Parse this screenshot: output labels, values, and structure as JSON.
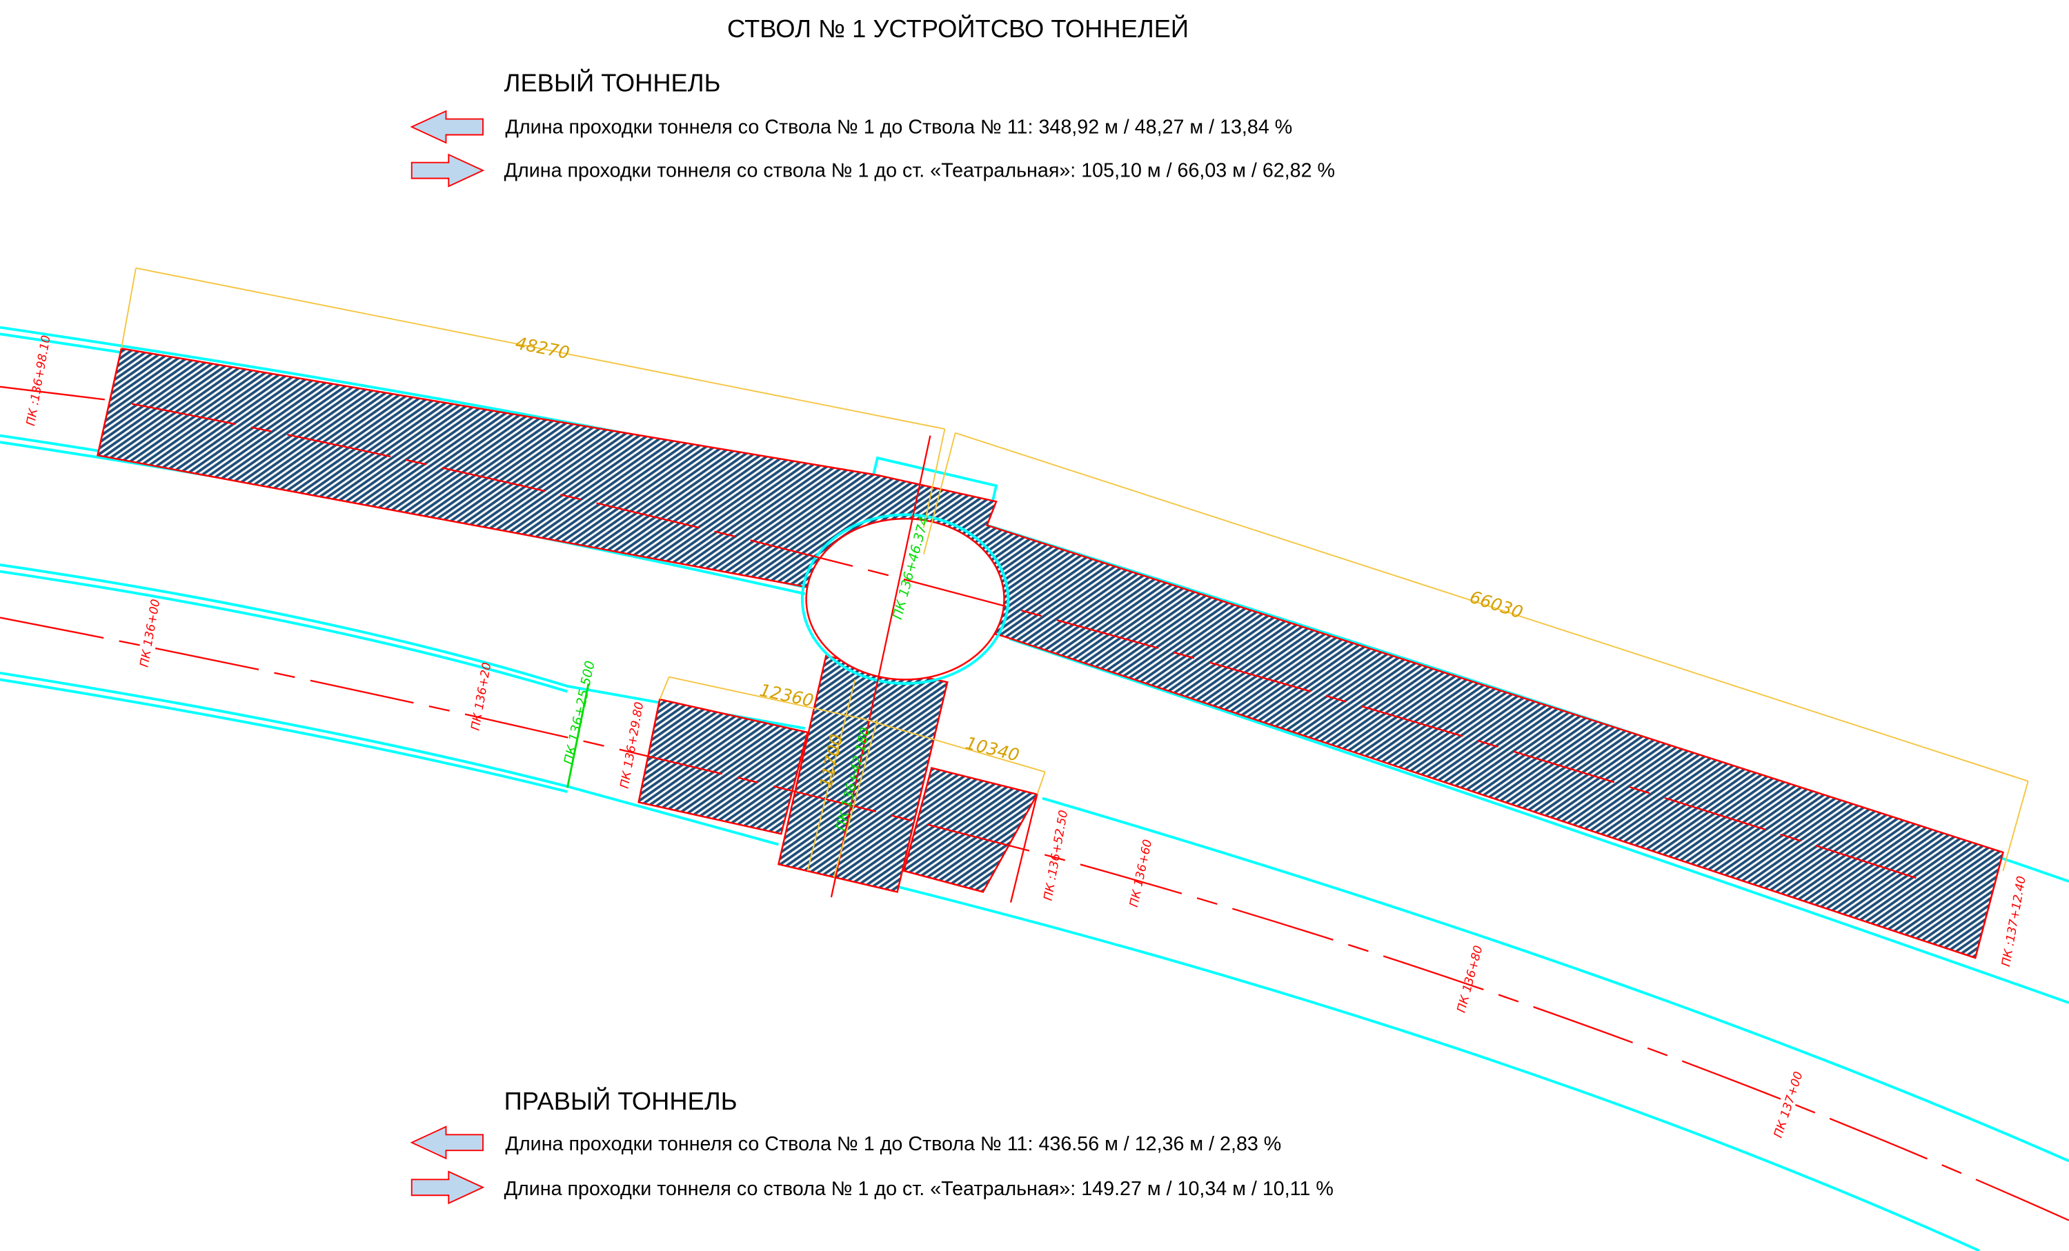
{
  "title": "СТВОЛ № 1 УСТРОЙТСВО ТОННЕЛЕЙ",
  "left_tunnel": {
    "heading": "ЛЕВЫЙ ТОННЕЛЬ",
    "to_shaft_11": "Длина проходки тоннеля со Ствола № 1 до Ствола № 11: 348,92 м / 48,27 м / 13,84 %",
    "to_teatralnaya": "Длина проходки тоннеля со ствола № 1 до ст. «Театральная»: 105,10 м / 66,03 м / 62,82 %"
  },
  "right_tunnel": {
    "heading": "ПРАВЫЙ ТОННЕЛЬ",
    "to_shaft_11": "Длина проходки тоннеля со Ствола № 1 до Ствола № 11: 436.56 м / 12,36 м / 2,83 %",
    "to_teatralnaya": "Длина проходки тоннеля со ствола № 1 до ст. «Театральная»: 149.27 м / 10,34 м / 10,11 %"
  },
  "dimensions": {
    "d48270": "48270",
    "d66030": "66030",
    "d12360": "12360",
    "d10340": "10340",
    "d11700": "11700"
  },
  "pickets": {
    "p1": "ПК :136+98.10",
    "p2": "ПК 136+00",
    "p3": "ПК 136+20",
    "p4": "ПК 136+29.80",
    "p5": "ПК :136+52.50",
    "p6": "ПК 136+60",
    "p7": "ПК 136+80",
    "p8": "ПК 137+00",
    "p9": "ПК :137+12.40",
    "g1": "ПК 136+46.374",
    "g2": "ПК 136+25.500",
    "g3": "ПК 136+42.180"
  },
  "colors": {
    "tunnel_outline": "#00ffff",
    "axis": "#ff0000",
    "dimension": "#f5c542",
    "hatch": "#1f4e79",
    "arrow_fill": "#bdd7ee"
  },
  "icons": {
    "left": "arrow-left-icon",
    "right": "arrow-right-icon"
  }
}
